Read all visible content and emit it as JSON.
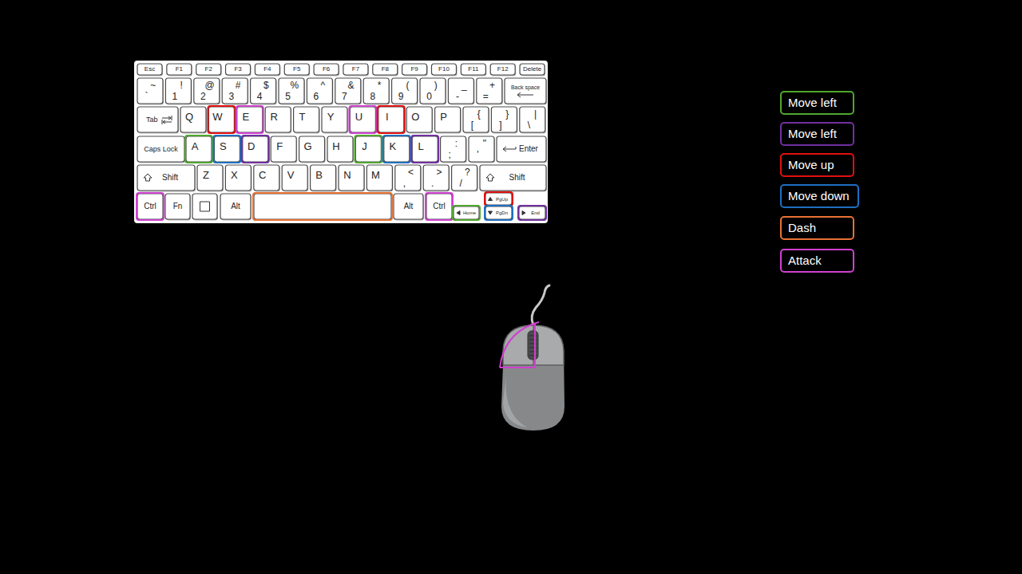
{
  "diagram": {
    "labels": [
      "Esc",
      "F1",
      "F2",
      "F3",
      "F4",
      "F5",
      "F6",
      "F7",
      "F8",
      "F9",
      "F10",
      "F11",
      "F12",
      "Delete",
      "~",
      "`",
      "!",
      "1",
      "@",
      "2",
      "#",
      "3",
      "$",
      "4",
      "%",
      "5",
      "^",
      "6",
      "&",
      "7",
      "*",
      "8",
      "(",
      "9",
      ")",
      "0",
      "_",
      "-",
      "+",
      "=",
      "Back space",
      "Tab",
      "Q",
      "W",
      "E",
      "R",
      "T",
      "Y",
      "U",
      "I",
      "O",
      "P",
      "{",
      "[",
      "}",
      "]",
      "|",
      "\\",
      "Caps Lock",
      "A",
      "S",
      "D",
      "F",
      "G",
      "H",
      "J",
      "K",
      "L",
      ":",
      ";",
      "\"",
      "'",
      "Enter",
      "Shift",
      "Z",
      "X",
      "C",
      "V",
      "B",
      "N",
      "M",
      "<",
      ",",
      ">",
      ".",
      "?",
      "/",
      "Shift",
      "Ctrl",
      "Fn",
      "Alt",
      "Alt",
      "Ctrl",
      "PgUp",
      "Home",
      "PgDn",
      "End"
    ],
    "legend": [
      {
        "text": "Move left",
        "color": "#4ea72e"
      },
      {
        "text": "Move left",
        "color": "#7030a0"
      },
      {
        "text": "Move up",
        "color": "#e01010"
      },
      {
        "text": "Move down",
        "color": "#1f6fc0"
      },
      {
        "text": "Dash",
        "color": "#e97132"
      },
      {
        "text": "Attack",
        "color": "#d040d0"
      }
    ]
  }
}
